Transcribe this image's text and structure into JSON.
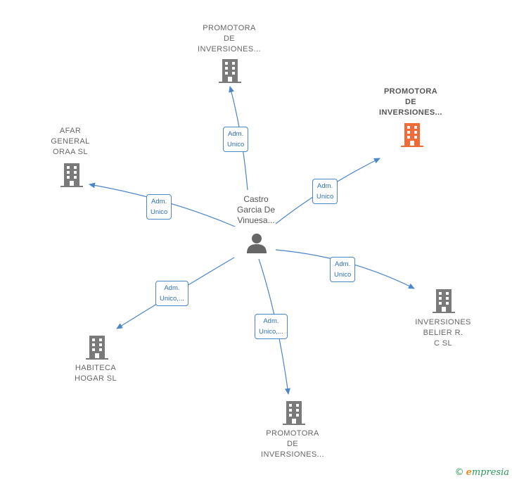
{
  "center": {
    "name_lines": [
      "Castro",
      "Garcia De",
      "Vinuesa..."
    ]
  },
  "nodes": [
    {
      "id": "top",
      "lines": [
        "PROMOTORA",
        "DE",
        "INVERSIONES..."
      ],
      "highlight": false
    },
    {
      "id": "top-right",
      "lines": [
        "PROMOTORA",
        "DE",
        "INVERSIONES..."
      ],
      "highlight": true
    },
    {
      "id": "left",
      "lines": [
        "AFAR",
        "GENERAL",
        "ORAA  SL"
      ],
      "highlight": false
    },
    {
      "id": "right",
      "lines": [
        "INVERSIONES",
        "BELIER R.",
        "C SL"
      ],
      "highlight": false
    },
    {
      "id": "bottom-left",
      "lines": [
        "HABITECA",
        "HOGAR  SL"
      ],
      "highlight": false
    },
    {
      "id": "bottom",
      "lines": [
        "PROMOTORA",
        "DE",
        "INVERSIONES..."
      ],
      "highlight": false
    }
  ],
  "edges": [
    {
      "to": "top",
      "lines": [
        "Adm.",
        "Unico"
      ]
    },
    {
      "to": "top-right",
      "lines": [
        "Adm.",
        "Unico"
      ]
    },
    {
      "to": "left",
      "lines": [
        "Adm.",
        "Unico"
      ]
    },
    {
      "to": "right",
      "lines": [
        "Adm.",
        "Unico"
      ]
    },
    {
      "to": "bottom-left",
      "lines": [
        "Adm.",
        "Unico,..."
      ]
    },
    {
      "to": "bottom",
      "lines": [
        "Adm.",
        "Unico,..."
      ]
    }
  ],
  "colors": {
    "edge": "#4a86c8",
    "building": "#7a7a7a",
    "building_highlight": "#f26a35",
    "person": "#666666"
  },
  "icons": {
    "company": "building-icon",
    "person": "person-icon",
    "copyright": "©",
    "brand_initial": "e",
    "brand_rest": "mpresia"
  }
}
